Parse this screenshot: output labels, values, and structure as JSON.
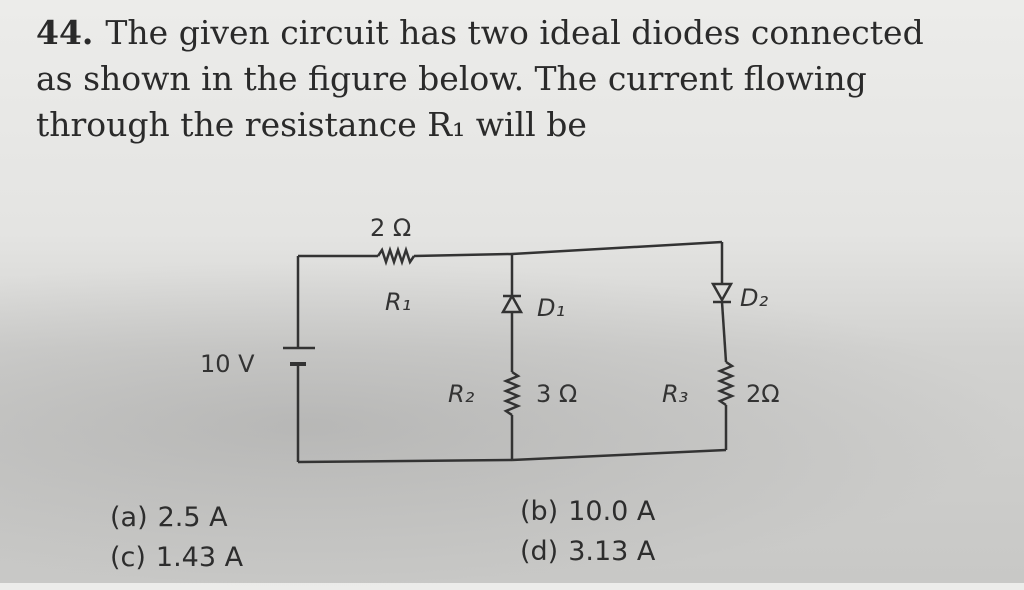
{
  "question": {
    "number": "44.",
    "text": "The given circuit has two ideal diodes connected as shown in the figure below. The current flowing through the resistance R₁ will be"
  },
  "circuit": {
    "battery_label": "10 V",
    "r1_value": "2 Ω",
    "r1_label": "R₁",
    "d1_label": "D₁",
    "d2_label": "D₂",
    "r2_label": "R₂",
    "r2_value": "3 Ω",
    "r3_label": "R₃",
    "r3_value": "2Ω"
  },
  "options": [
    {
      "letter": "(a)",
      "value": "2.5 A"
    },
    {
      "letter": "(b)",
      "value": "10.0 A"
    },
    {
      "letter": "(c)",
      "value": "1.43 A"
    },
    {
      "letter": "(d)",
      "value": "3.13 A"
    }
  ]
}
